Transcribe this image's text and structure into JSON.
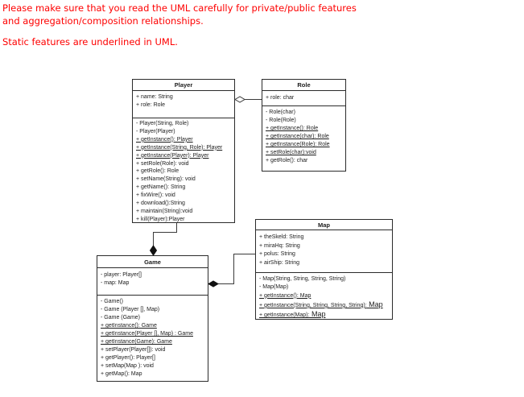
{
  "annotation": {
    "text_line1": "Please make sure that you read the UML carefully for private/public features",
    "text_line2": "and aggregation/composition relationships.",
    "text_line3": "Static features are underlined in UML.",
    "color": "#fe0000"
  },
  "classes": [
    {
      "title": "Player",
      "attributes": [
        {
          "text": "+ name: String"
        },
        {
          "text": "+ role: Role"
        }
      ],
      "methods": [
        {
          "text": "- Player(String, Role)"
        },
        {
          "text": "- Player(Player)"
        },
        {
          "text": "+ getInstance(): Player",
          "static": true
        },
        {
          "text": "+ getInstance(String, Role): Player",
          "static": true
        },
        {
          "text": "+ getInstance(Player): Player",
          "static": true
        },
        {
          "text": "+ setRole(Role): void"
        },
        {
          "text": "+ getRole(): Role"
        },
        {
          "text": "+ setName(String): void"
        },
        {
          "text": "+ getName(): String"
        },
        {
          "text": "+ fixWire(): void"
        },
        {
          "text": "+ download():String"
        },
        {
          "text": "+ maintain(String):void"
        },
        {
          "text": "+ kill(Player):Player"
        }
      ]
    },
    {
      "title": "Role",
      "attributes": [
        {
          "text": "+ role: char"
        }
      ],
      "methods": [
        {
          "text": "- Role(char)"
        },
        {
          "text": "- Role(Role)"
        },
        {
          "text": "+ getInstance(): Role",
          "static": true
        },
        {
          "text": "+ getInstance(char): Role",
          "static": true
        },
        {
          "text": "+ getInstance(Role): Role",
          "static": true
        },
        {
          "text": "+ setRole(char):void",
          "static": true
        },
        {
          "text": "+ getRole(): char"
        }
      ]
    },
    {
      "title": "Map",
      "attributes": [
        {
          "text": "+ theSkeld: String"
        },
        {
          "text": "+ miraHq: String"
        },
        {
          "text": "+ polus: String"
        },
        {
          "text": "+ airShip: String"
        }
      ],
      "methods": [
        {
          "text": "- Map(String, String, String, String)"
        },
        {
          "text": "- Map(Map)"
        },
        {
          "text": "+ getInstance(): Map",
          "static": true
        },
        {
          "text": "+ getInstance(String, String, String, String):",
          "big": " Map",
          "static": true
        },
        {
          "text": "+ getInstance(Map):",
          "big": " Map",
          "static": true
        }
      ]
    },
    {
      "title": "Game",
      "attributes": [
        {
          "text": "- player: Player[]"
        },
        {
          "text": "- map: Map"
        }
      ],
      "methods": [
        {
          "text": "- Game()"
        },
        {
          "text": "- Game (Player [], Map)"
        },
        {
          "text": "- Game (Game)"
        },
        {
          "text": "+ getInstance(): Game",
          "static": true
        },
        {
          "text": "+ getInstance(Player [], Map) : Game",
          "static": true
        },
        {
          "text": "+ getInstance(Game): Game",
          "static": true
        },
        {
          "text": "+ setPlayer(Player[]): void"
        },
        {
          "text": "+ getPlayer(): Player[]"
        },
        {
          "text": "+ setMap(Map ): void"
        },
        {
          "text": "+ getMap(): Map"
        }
      ]
    }
  ],
  "relationships": [
    {
      "whole": "Player",
      "part": "Role",
      "type": "aggregation",
      "diamond": "hollow"
    },
    {
      "whole": "Game",
      "part": "Player",
      "type": "composition",
      "diamond": "filled"
    },
    {
      "whole": "Game",
      "part": "Map",
      "type": "composition",
      "diamond": "filled"
    }
  ],
  "colors": {
    "annotation_red": "#fe0000",
    "box_border": "#2b2b2b",
    "connector_line": "#3a3a3a"
  }
}
